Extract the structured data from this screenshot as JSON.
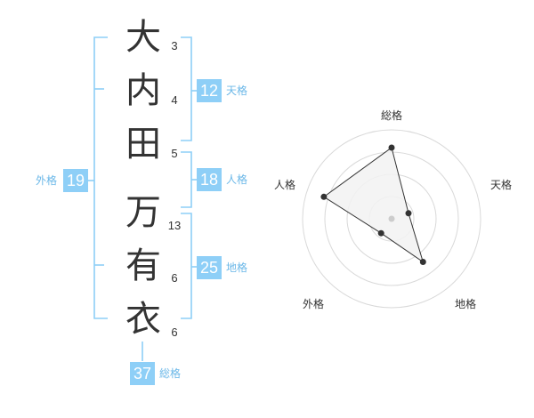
{
  "name": {
    "characters": [
      {
        "char": "大",
        "strokes": "3"
      },
      {
        "char": "内",
        "strokes": "4"
      },
      {
        "char": "田",
        "strokes": "5"
      },
      {
        "char": "万",
        "strokes": "13"
      },
      {
        "char": "有",
        "strokes": "6"
      },
      {
        "char": "衣",
        "strokes": "6"
      }
    ]
  },
  "fortunes": {
    "tenkaku": {
      "value": "12",
      "label": "天格"
    },
    "jinkaku": {
      "value": "18",
      "label": "人格"
    },
    "chikaku": {
      "value": "25",
      "label": "地格"
    },
    "gaikaku": {
      "value": "19",
      "label": "外格"
    },
    "soukaku": {
      "value": "37",
      "label": "総格"
    }
  },
  "chart_data": {
    "type": "radar",
    "axes": [
      "総格",
      "天格",
      "地格",
      "外格",
      "人格"
    ],
    "values": [
      4,
      1,
      3,
      1,
      4
    ],
    "max": 5,
    "rings": 4,
    "colors": {
      "fill": "#f2f2f2",
      "line": "#333333",
      "grid": "#d9d9d9",
      "center": "#cccccc"
    }
  },
  "colors": {
    "accent": "#8ecff7",
    "bracket": "#8ecff7",
    "label": "#6cb8e8"
  }
}
